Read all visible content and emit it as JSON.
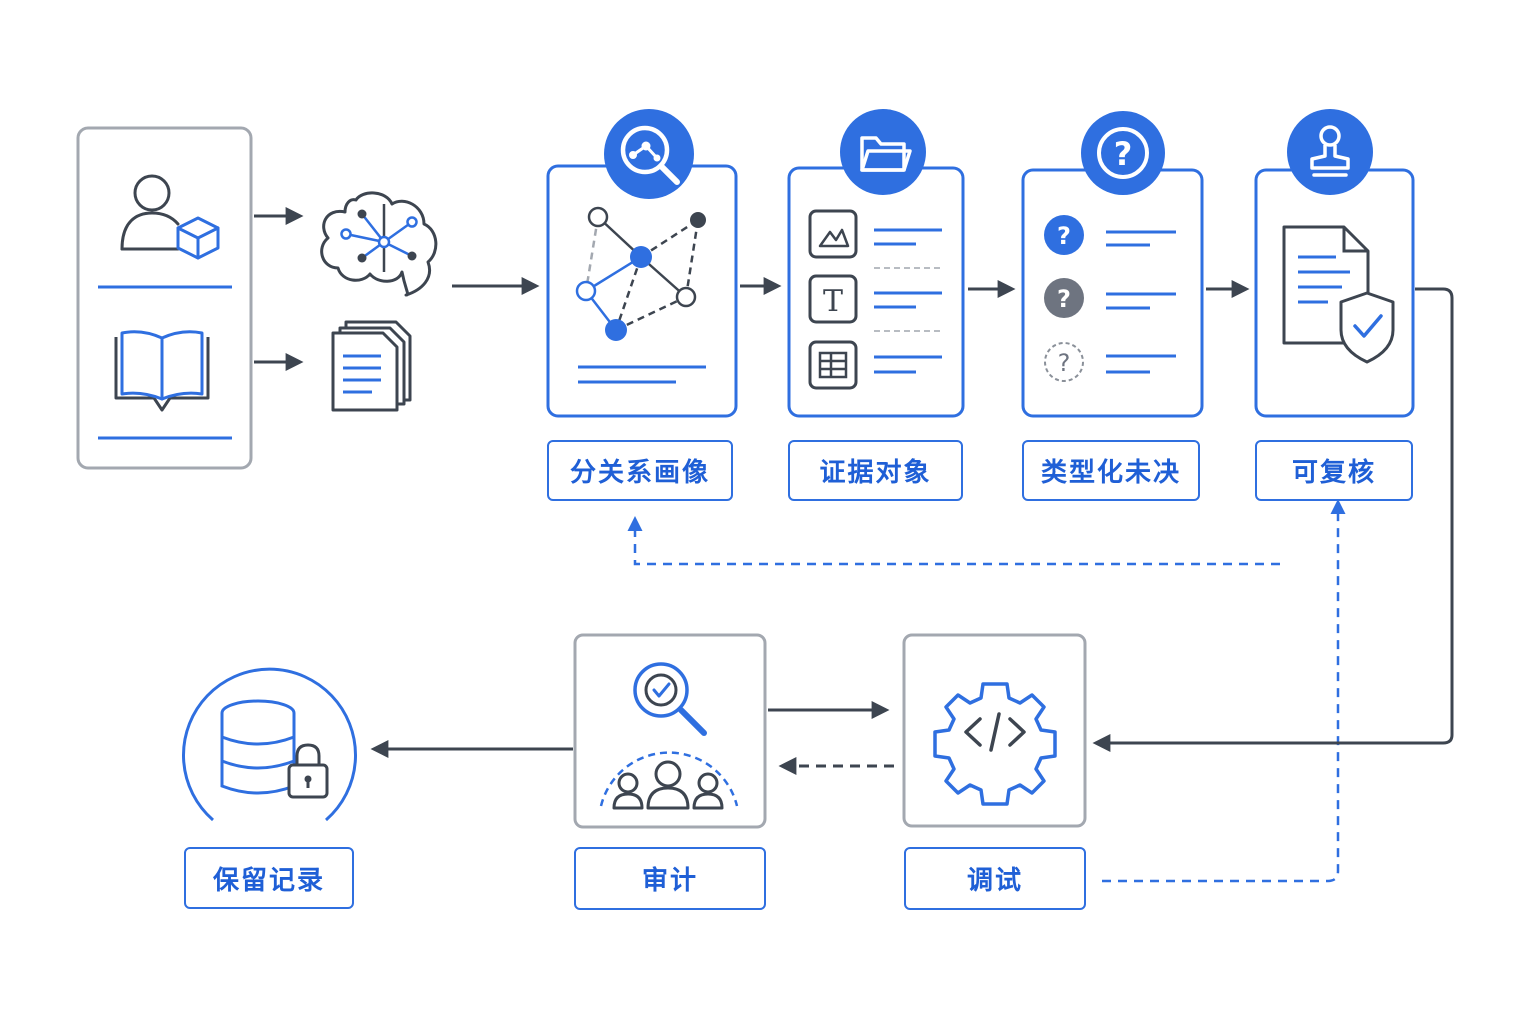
{
  "labels": {
    "relation_profile": "分关系画像",
    "evidence_object": "证据对象",
    "typed_unresolved": "类型化未决",
    "reviewable": "可复核",
    "retain_record": "保留记录",
    "audit": "审计",
    "debug": "调试"
  },
  "icons": {
    "user": "user-with-cube-icon",
    "book": "open-book-icon",
    "brain": "brain-network-icon",
    "documents": "document-stack-icon",
    "search_graph": "magnifier-graph-icon",
    "folder": "folder-icon",
    "question": "question-mark-icon",
    "stamp": "stamp-icon",
    "database_lock": "database-lock-icon",
    "audit_people": "magnifier-check-people-icon",
    "code_gear": "code-gear-icon"
  },
  "colors": {
    "accent": "#2f6fe0",
    "dark_stroke": "#3d4550",
    "gray_border": "#a3a8b0",
    "gray_question": "#6e7480"
  }
}
